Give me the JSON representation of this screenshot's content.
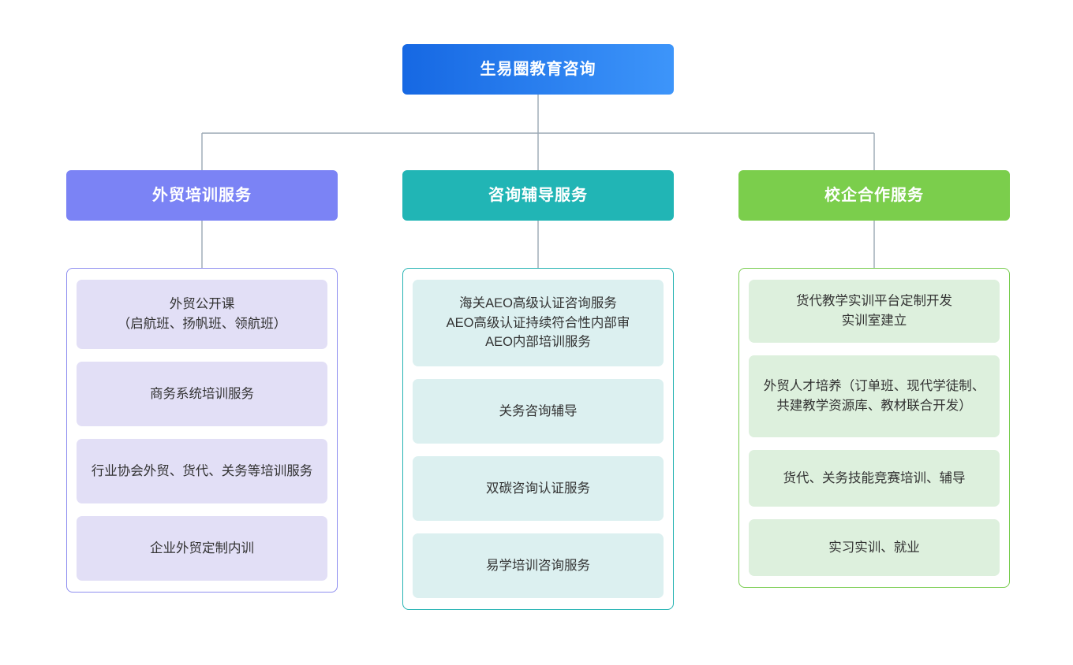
{
  "diagram": {
    "type": "organizational-tree",
    "orientation": "top-down",
    "root": {
      "label": "生易圈教育咨询",
      "gradient_from": "#1668e3",
      "gradient_to": "#3d95fa"
    },
    "connector_color": "#9aa7b4",
    "branches": [
      {
        "label": "外贸培训服务",
        "header_color": "#7b83f5",
        "border_color": "#8e8ef0",
        "item_color": "#e2dff6",
        "items": [
          "外贸公开课\n（启航班、扬帆班、领航班）",
          "商务系统培训服务",
          "行业协会外贸、货代、关务等培训服务",
          "企业外贸定制内训"
        ]
      },
      {
        "label": "咨询辅导服务",
        "header_color": "#21b5b5",
        "border_color": "#26b3b3",
        "item_color": "#dcf0f0",
        "items": [
          "海关AEO高级认证咨询服务\nAEO高级认证持续符合性内部审\nAEO内部培训服务",
          "关务咨询辅导",
          "双碳咨询认证服务",
          "易学培训咨询服务"
        ]
      },
      {
        "label": "校企合作服务",
        "header_color": "#7bce4c",
        "border_color": "#77cc4d",
        "item_color": "#ddf0dd",
        "items": [
          "货代教学实训平台定制开发\n实训室建立",
          "外贸人才培养（订单班、现代学徒制、共建教学资源库、教材联合开发）",
          "货代、关务技能竞赛培训、辅导",
          "实习实训、就业"
        ]
      }
    ]
  }
}
